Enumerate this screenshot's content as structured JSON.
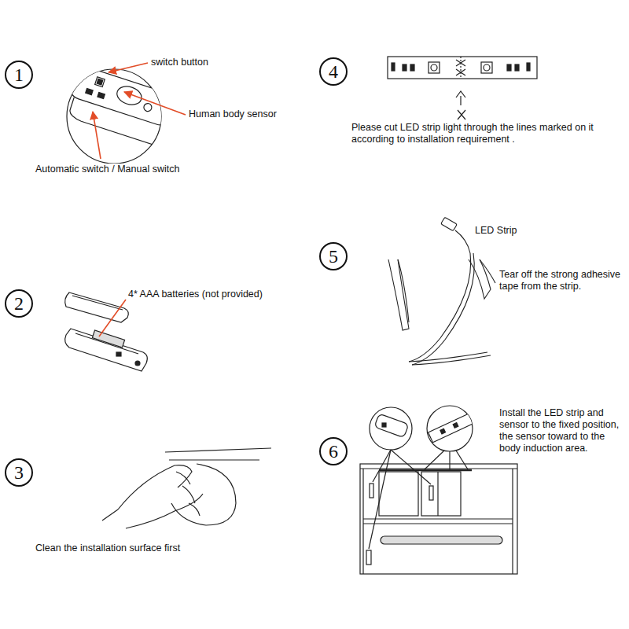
{
  "diagram": {
    "nodes": [
      {
        "text": [
          "1"
        ]
      },
      {
        "text": [
          "2"
        ]
      },
      {
        "text": [
          "3"
        ]
      },
      {
        "text": [
          "4"
        ]
      },
      {
        "text": [
          "5"
        ]
      },
      {
        "text": [
          "6"
        ]
      }
    ],
    "labels": [
      "switch button",
      "Human body sensor",
      "Automatic switch / Manual switch",
      "4* AAA batteries (not provided)",
      "Clean the installation surface first",
      "Please cut LED strip light through the lines marked on it according to installation requirement .",
      "LED Strip",
      "Tear off the strong adhesive tape from the strip.",
      "Install the LED strip and sensor to the fixed position, the sensor toward to the body induction area."
    ]
  }
}
